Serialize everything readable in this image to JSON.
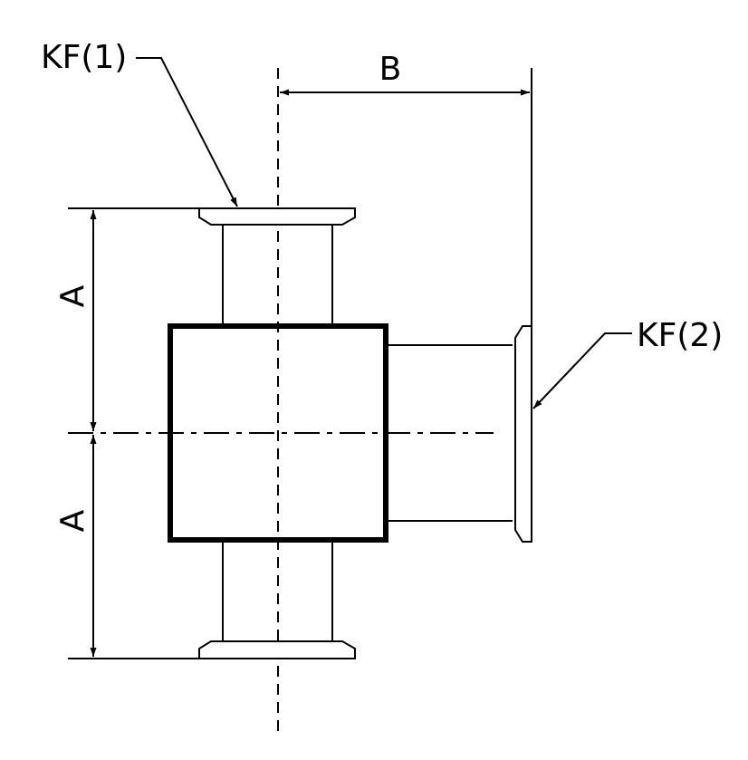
{
  "labels": {
    "kf1": "KF(1)",
    "kf2": "KF(2)",
    "dim_b": "B",
    "dim_a_top": "A",
    "dim_a_bottom": "A"
  }
}
